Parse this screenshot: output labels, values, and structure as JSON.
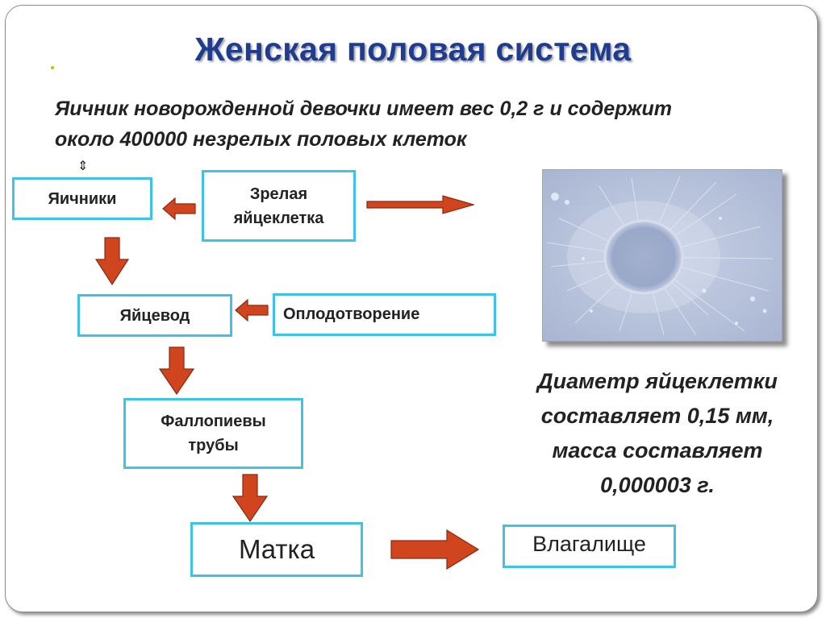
{
  "slide": {
    "title": "Женская половая система",
    "intro_line1": "Яичник новорожденной девочки имеет вес 0,2 г и содержит",
    "intro_line2": "около 400000 незрелых половых клеток",
    "caption_line1": "Диаметр яйцеклетки",
    "caption_line2": "составляет 0,15 мм,",
    "caption_line3": "масса составляет",
    "caption_line4": "0,000003 г."
  },
  "boxes": {
    "ovaries": "Яичники",
    "mature_egg_line1": "Зрелая",
    "mature_egg_line2": "яйцеклетка",
    "oviduct": "Яйцевод",
    "fertilization": "Оплодотворение",
    "fallopian_line1": "Фаллопиевы",
    "fallopian_line2": "трубы",
    "uterus": "Матка",
    "vagina": "Влагалище"
  },
  "colors": {
    "title": "#1f3c8f",
    "box_border": "#3ec3e6",
    "arrow_fill": "#d0441e",
    "arrow_stroke": "#8a2a10"
  },
  "image": {
    "subject": "microscope photo of egg cell (oocyte)"
  }
}
